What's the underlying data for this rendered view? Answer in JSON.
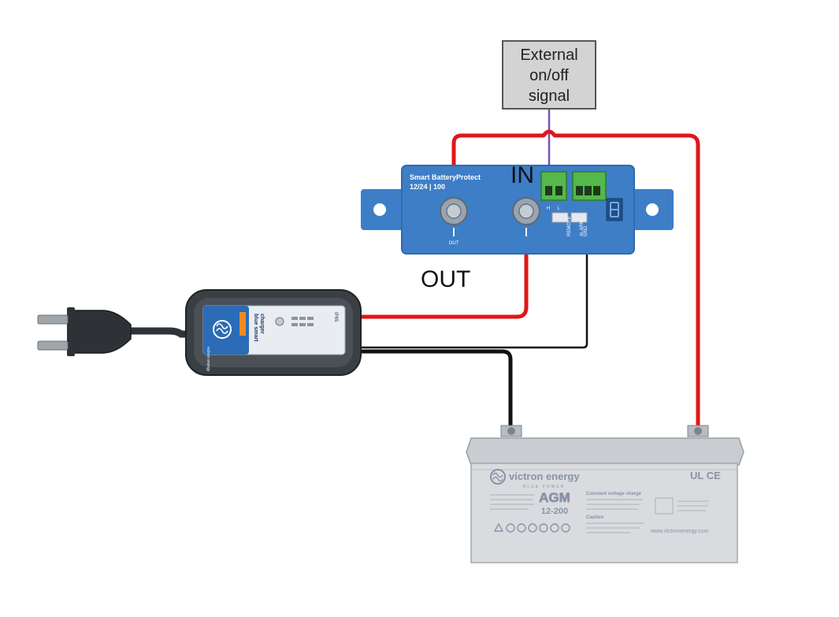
{
  "colors": {
    "wire_red": "#e0161b",
    "wire_black": "#111111",
    "wire_signal": "#7b4fb4",
    "protect_blue": "#3d7ec7",
    "terminal_green": "#55b84a",
    "battery_grey": "#d9dbde",
    "external_box": "#d3d3d3"
  },
  "labels": {
    "in": "IN",
    "out": "OUT"
  },
  "external_box": {
    "line1": "External",
    "line2": "on/off",
    "line3": "signal"
  },
  "battery_protect": {
    "title": "Smart BatteryProtect",
    "subtitle": "12/24 | 100",
    "out_terminal": "OUT",
    "in_terminal": "IN",
    "remote_label": "REMOTE",
    "alarm_label": "ALARM",
    "gnd_label": "GND",
    "h_label": "H",
    "l_label": "L"
  },
  "charger": {
    "brand": "victron energy",
    "model_line1": "blue smart",
    "model_line2": "charger",
    "badge": "IP65"
  },
  "battery": {
    "brand": "victron energy",
    "tagline": "BLUE POWER",
    "type": "AGM",
    "model": "12-200",
    "section1": "Constant voltage charge",
    "section2": "Caution",
    "website": "www.victronenergy.com",
    "cert": "UL CE"
  }
}
